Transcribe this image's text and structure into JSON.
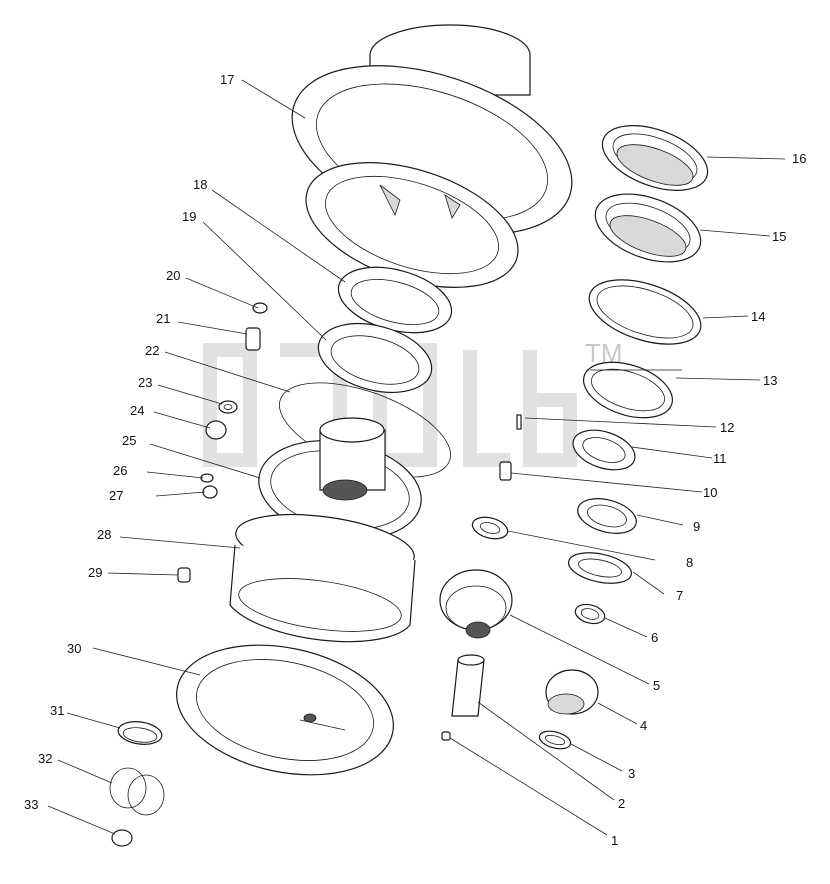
{
  "diagram": {
    "parts": [
      {
        "id": "1",
        "label": "1"
      },
      {
        "id": "2",
        "label": "2"
      },
      {
        "id": "3",
        "label": "3"
      },
      {
        "id": "4",
        "label": "4"
      },
      {
        "id": "5",
        "label": "5"
      },
      {
        "id": "6",
        "label": "6"
      },
      {
        "id": "7",
        "label": "7"
      },
      {
        "id": "8",
        "label": "8"
      },
      {
        "id": "9",
        "label": "9"
      },
      {
        "id": "10",
        "label": "10"
      },
      {
        "id": "11",
        "label": "11"
      },
      {
        "id": "12",
        "label": "12"
      },
      {
        "id": "13",
        "label": "13"
      },
      {
        "id": "14",
        "label": "14"
      },
      {
        "id": "15",
        "label": "15"
      },
      {
        "id": "16",
        "label": "16"
      },
      {
        "id": "17",
        "label": "17"
      },
      {
        "id": "18",
        "label": "18"
      },
      {
        "id": "19",
        "label": "19"
      },
      {
        "id": "20",
        "label": "20"
      },
      {
        "id": "21",
        "label": "21"
      },
      {
        "id": "22",
        "label": "22"
      },
      {
        "id": "23",
        "label": "23"
      },
      {
        "id": "24",
        "label": "24"
      },
      {
        "id": "25",
        "label": "25"
      },
      {
        "id": "26",
        "label": "26"
      },
      {
        "id": "27",
        "label": "27"
      },
      {
        "id": "28",
        "label": "28"
      },
      {
        "id": "29",
        "label": "29"
      },
      {
        "id": "30",
        "label": "30"
      },
      {
        "id": "31",
        "label": "31"
      },
      {
        "id": "32",
        "label": "32"
      },
      {
        "id": "33",
        "label": "33"
      }
    ],
    "watermark": {
      "tm": "TM"
    }
  }
}
